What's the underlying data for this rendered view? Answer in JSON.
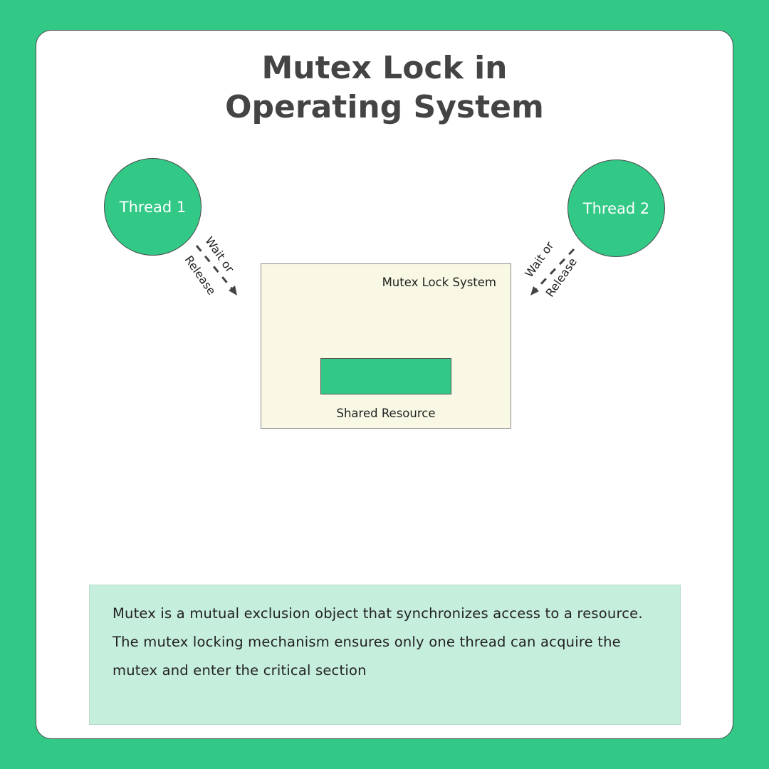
{
  "title": {
    "line1": "Mutex Lock in",
    "line2": "Operating System"
  },
  "threads": [
    {
      "label": "Thread 1"
    },
    {
      "label": "Thread 2"
    }
  ],
  "edges": [
    {
      "line1": "Wait or",
      "line2": "Release"
    },
    {
      "line1": "Wait or",
      "line2": "Release"
    }
  ],
  "mutex_system": {
    "label": "Mutex Lock System",
    "resource_label": "Shared Resource"
  },
  "description": "Mutex is a mutual exclusion object that synchronizes access to a resource. The mutex locking mechanism ensures only one thread can acquire the mutex and enter the critical section",
  "colors": {
    "background": "#32c886",
    "thread_fill": "#32c886",
    "box_fill": "#f8f8e4",
    "description_fill": "#c6eedc",
    "title_text": "#444444"
  }
}
